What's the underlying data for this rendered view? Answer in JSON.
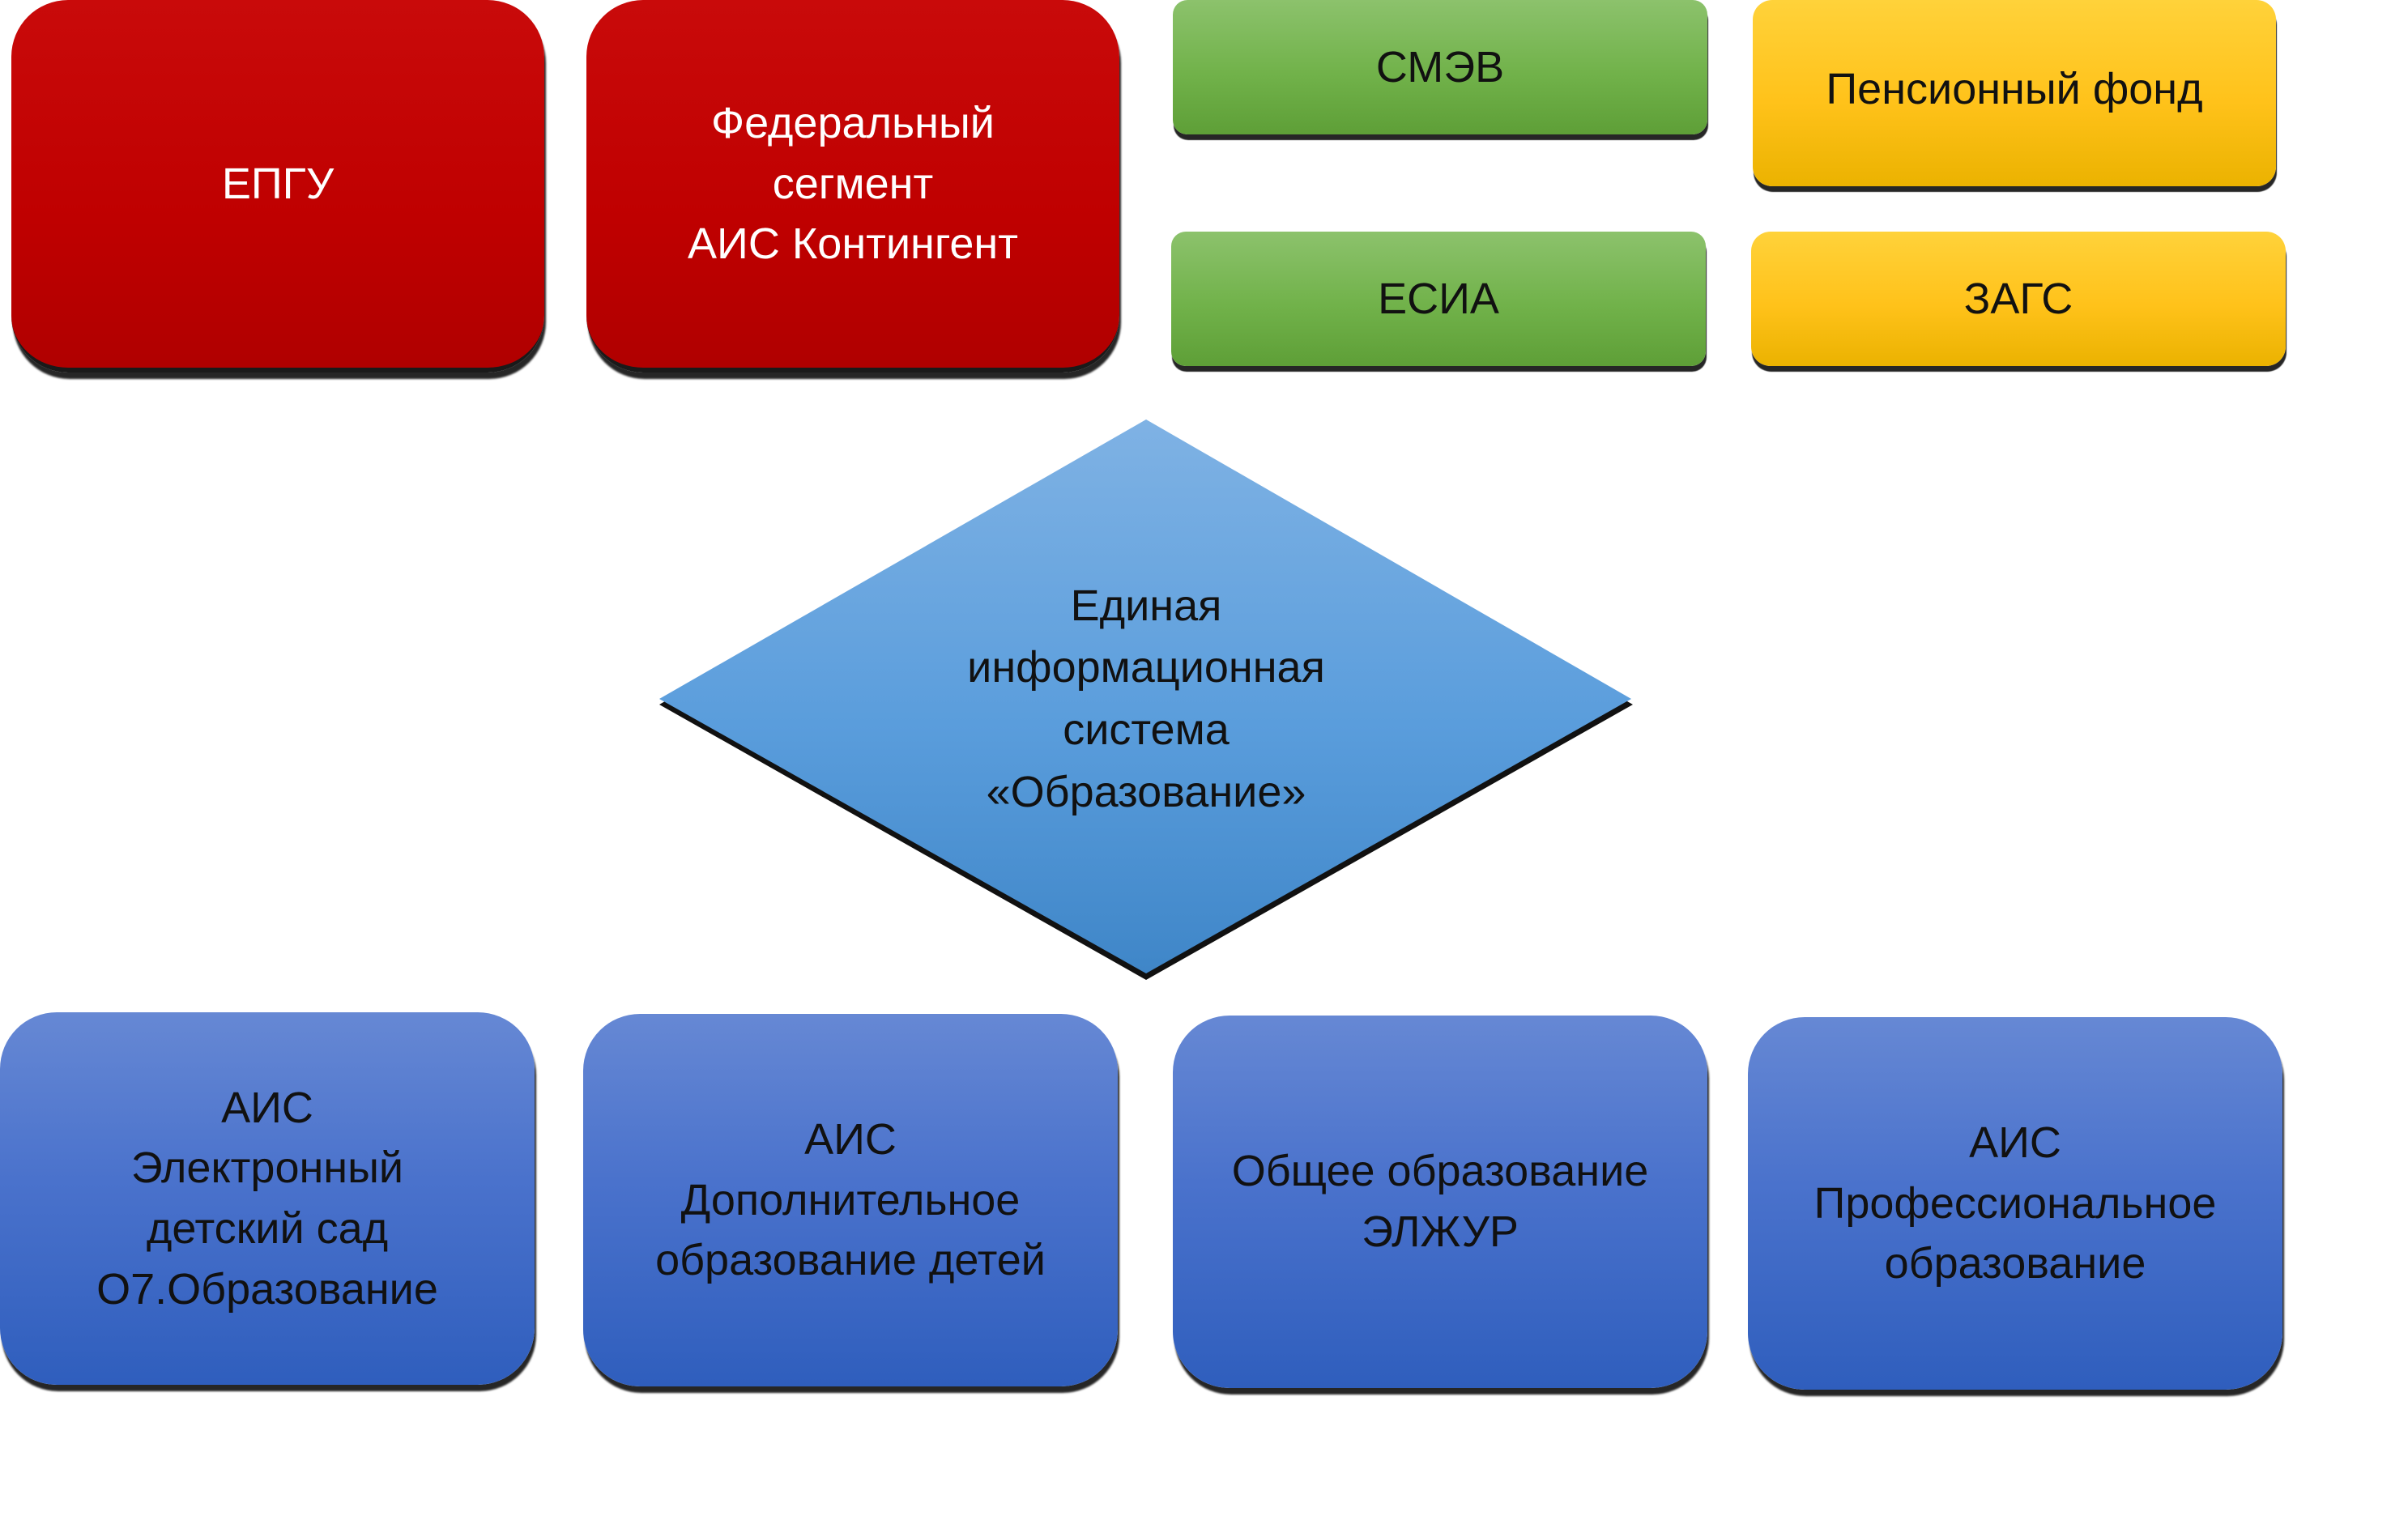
{
  "top_row": {
    "epgu": "ЕПГУ",
    "federal_segment": "Федеральный\nсегмент\nАИС Контингент",
    "smev": "СМЭВ",
    "esia": "ЕСИА",
    "pension_fund": "Пенсионный фонд",
    "zags": "ЗАГС"
  },
  "center": {
    "label": "Единая\nинформационная\nсистема\n«Образование»"
  },
  "bottom_row": {
    "kindergarten": "АИС\nЭлектронный\nдетский сад\nО7.Образование",
    "additional_education": "АИС\nДополнительное\nобразование детей",
    "general_education": "Общее образование\nЭЛЖУР",
    "professional_education": "АИС\nПрофессиональное\nобразование"
  },
  "colors": {
    "federal": "#c00000",
    "federal_services": "#70ad47",
    "external_agencies": "#ffc000",
    "central_system": "#5b9bd5",
    "regional_systems": "#4472c4"
  }
}
